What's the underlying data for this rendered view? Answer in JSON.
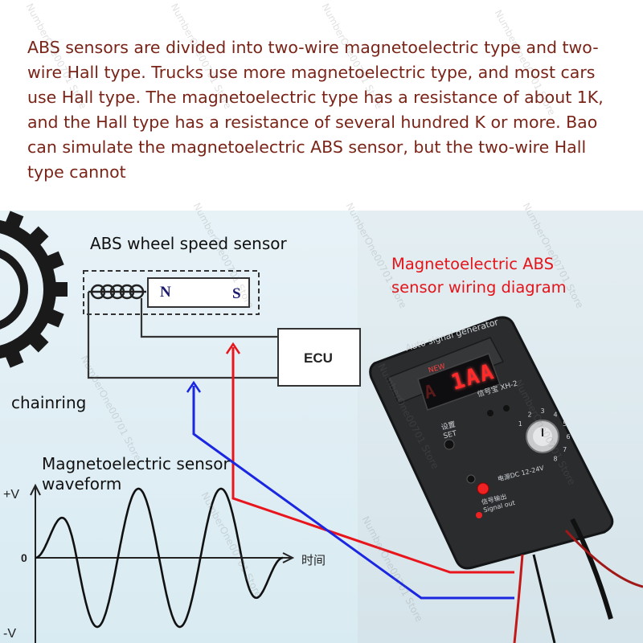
{
  "intro_text": "ABS sensors are divided into two-wire magnetoelectric type and two-wire Hall type. Trucks use more magnetoelectric type, and most cars use Hall type. The magnetoelectric type has a resistance of about 1K, and the Hall type has a resistance of several hundred K or more. Bao can simulate the magnetoelectric ABS sensor, but the two-wire Hall type cannot",
  "diagram": {
    "sensor_label": "ABS wheel speed sensor",
    "wiring_title": "Magnetoelectric ABS sensor wiring diagram",
    "magnet_north": "N",
    "magnet_south": "S",
    "ecu_label": "ECU",
    "chainring_label": "chainring",
    "waveform_label": "Magnetoelectric sensor waveform",
    "axis_pos": "+V",
    "axis_zero": "0",
    "axis_neg": "-V",
    "axis_time": "时间"
  },
  "device": {
    "title": "Auto signal generator",
    "badge": "NEW",
    "display": "1AA",
    "indicator": "A",
    "model": "信号宝 XH-2",
    "set_label": "设置 SET",
    "power_label": "电源DC 12-24V",
    "signal_label": "信号输出 Signal out",
    "dial_numbers": [
      "1",
      "2",
      "3",
      "4",
      "5",
      "6",
      "7",
      "8"
    ]
  },
  "watermark": "NumberOne00701 Store",
  "colors": {
    "intro_text": "#7a2418",
    "wiring_title": "#e4141a",
    "red_wire": "#e8151c",
    "blue_wire": "#1a26e0",
    "panel_bg": "#e2eff5",
    "device_body": "#2a2c2e"
  }
}
